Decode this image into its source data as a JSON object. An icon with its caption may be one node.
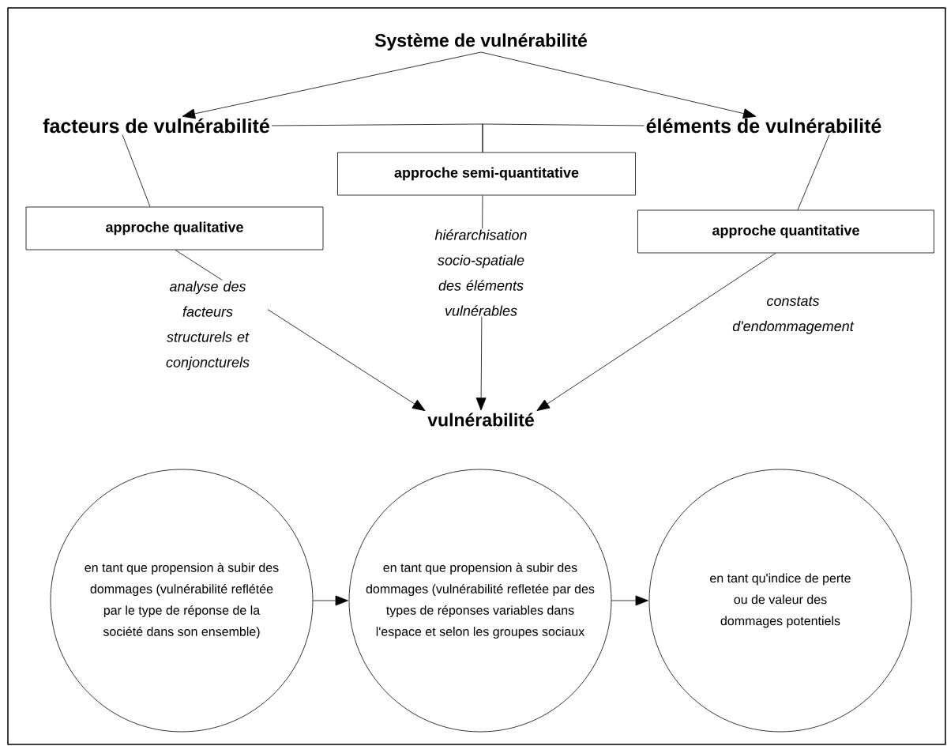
{
  "diagram": {
    "nodes": [
      {
        "text": [
          "Système de vulnérabilité"
        ]
      },
      {
        "text": [
          "facteurs de vulnérabilité"
        ]
      },
      {
        "text": [
          "éléments de vulnérabilité"
        ]
      },
      {
        "text": [
          "approche semi-quantitative"
        ]
      },
      {
        "text": [
          "approche qualitative"
        ]
      },
      {
        "text": [
          "approche quantitative"
        ]
      },
      {
        "text": [
          "vulnérabilité"
        ]
      },
      {
        "text": [
          "en tant que propension à subir des dommages (vulnérabilité reflétée par le type de réponse de la société dans son ensemble)"
        ]
      },
      {
        "text": [
          "en tant que propension à subir des dommages (vulnérabilité refletée par des types de réponses variables dans l'espace et selon les groupes sociaux"
        ]
      },
      {
        "text": [
          "en tant qu'indice de perte ou de valeur des dommages potentiels"
        ]
      }
    ],
    "edges": [
      {
        "from": 0,
        "to": 1,
        "arrow": "to"
      },
      {
        "from": 0,
        "to": 2,
        "arrow": "to"
      },
      {
        "from": 1,
        "to": 3,
        "arrow": "none"
      },
      {
        "from": 2,
        "to": 3,
        "arrow": "none"
      },
      {
        "from": 1,
        "to": 4,
        "arrow": "none"
      },
      {
        "from": 2,
        "to": 5,
        "arrow": "none"
      },
      {
        "from": 4,
        "to": 6,
        "arrow": "to",
        "label": "analyse des facteurs structurels et conjoncturels"
      },
      {
        "from": 3,
        "to": 6,
        "arrow": "to",
        "label": "hiérarchisation socio-spatiale des éléments vulnérables"
      },
      {
        "from": 5,
        "to": 6,
        "arrow": "to",
        "label": "constats d'endommagement"
      },
      {
        "from": 7,
        "to": 8,
        "arrow": "to"
      },
      {
        "from": 8,
        "to": 9,
        "arrow": "to"
      }
    ]
  }
}
